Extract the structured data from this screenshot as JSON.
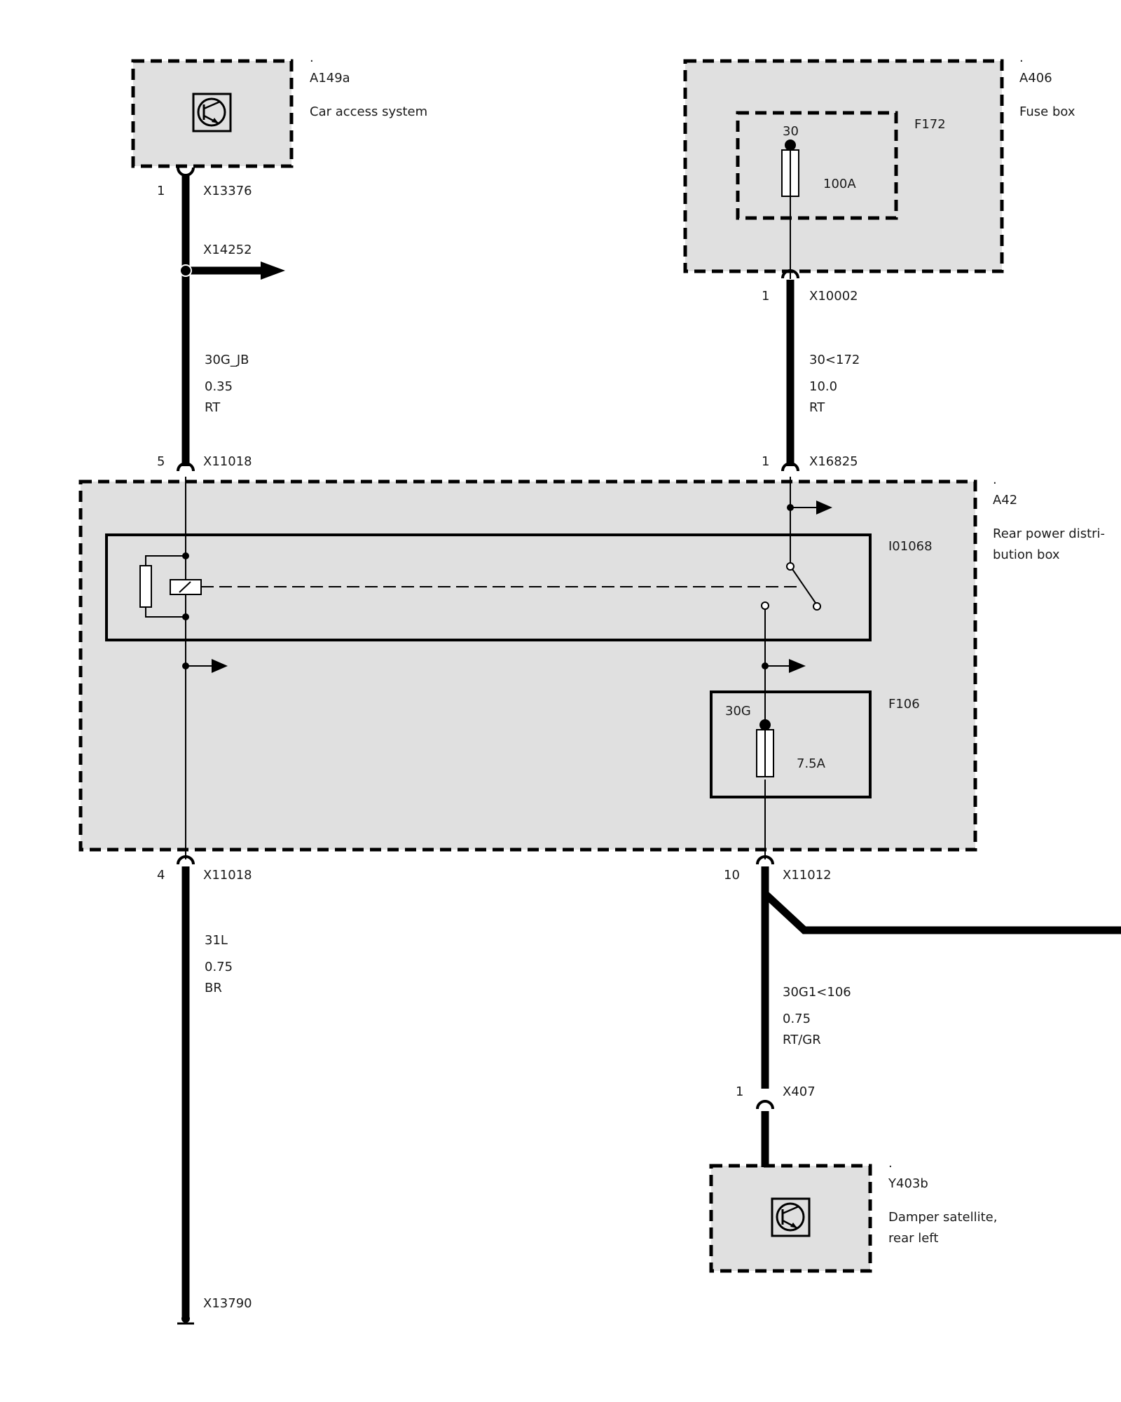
{
  "components": {
    "a149a": {
      "dot": ".",
      "id": "A149a",
      "name": "Car access system"
    },
    "a406": {
      "dot": ".",
      "id": "A406",
      "name": "Fuse box"
    },
    "f172": {
      "id": "F172",
      "terminal": "30",
      "rating": "100A"
    },
    "a42": {
      "dot": ".",
      "id": "A42",
      "name_line1": "Rear power distri-",
      "name_line2": "bution box"
    },
    "i01068": {
      "id": "I01068"
    },
    "f106": {
      "id": "F106",
      "terminal": "30G",
      "rating": "7.5A"
    },
    "y403b": {
      "dot": ".",
      "id": "Y403b",
      "name_line1": "Damper satellite,",
      "name_line2": "rear left"
    }
  },
  "connectors": {
    "x13376": {
      "pin": "1",
      "id": "X13376"
    },
    "x14252": {
      "id": "X14252"
    },
    "x10002": {
      "pin": "1",
      "id": "X10002"
    },
    "x11018_top": {
      "pin": "5",
      "id": "X11018"
    },
    "x16825": {
      "pin": "1",
      "id": "X16825"
    },
    "x11018_bottom": {
      "pin": "4",
      "id": "X11018"
    },
    "x11012": {
      "pin": "10",
      "id": "X11012"
    },
    "x407": {
      "pin": "1",
      "id": "X407"
    },
    "x13790": {
      "id": "X13790"
    }
  },
  "wires": {
    "w_30g_jb": {
      "signal": "30G_JB",
      "size": "0.35",
      "color": "RT"
    },
    "w_30_172": {
      "signal": "30<172",
      "size": "10.0",
      "color": "RT"
    },
    "w_31l": {
      "signal": "31L",
      "size": "0.75",
      "color": "BR"
    },
    "w_30g1_106": {
      "signal": "30G1<106",
      "size": "0.75",
      "color": "RT/GR"
    }
  }
}
